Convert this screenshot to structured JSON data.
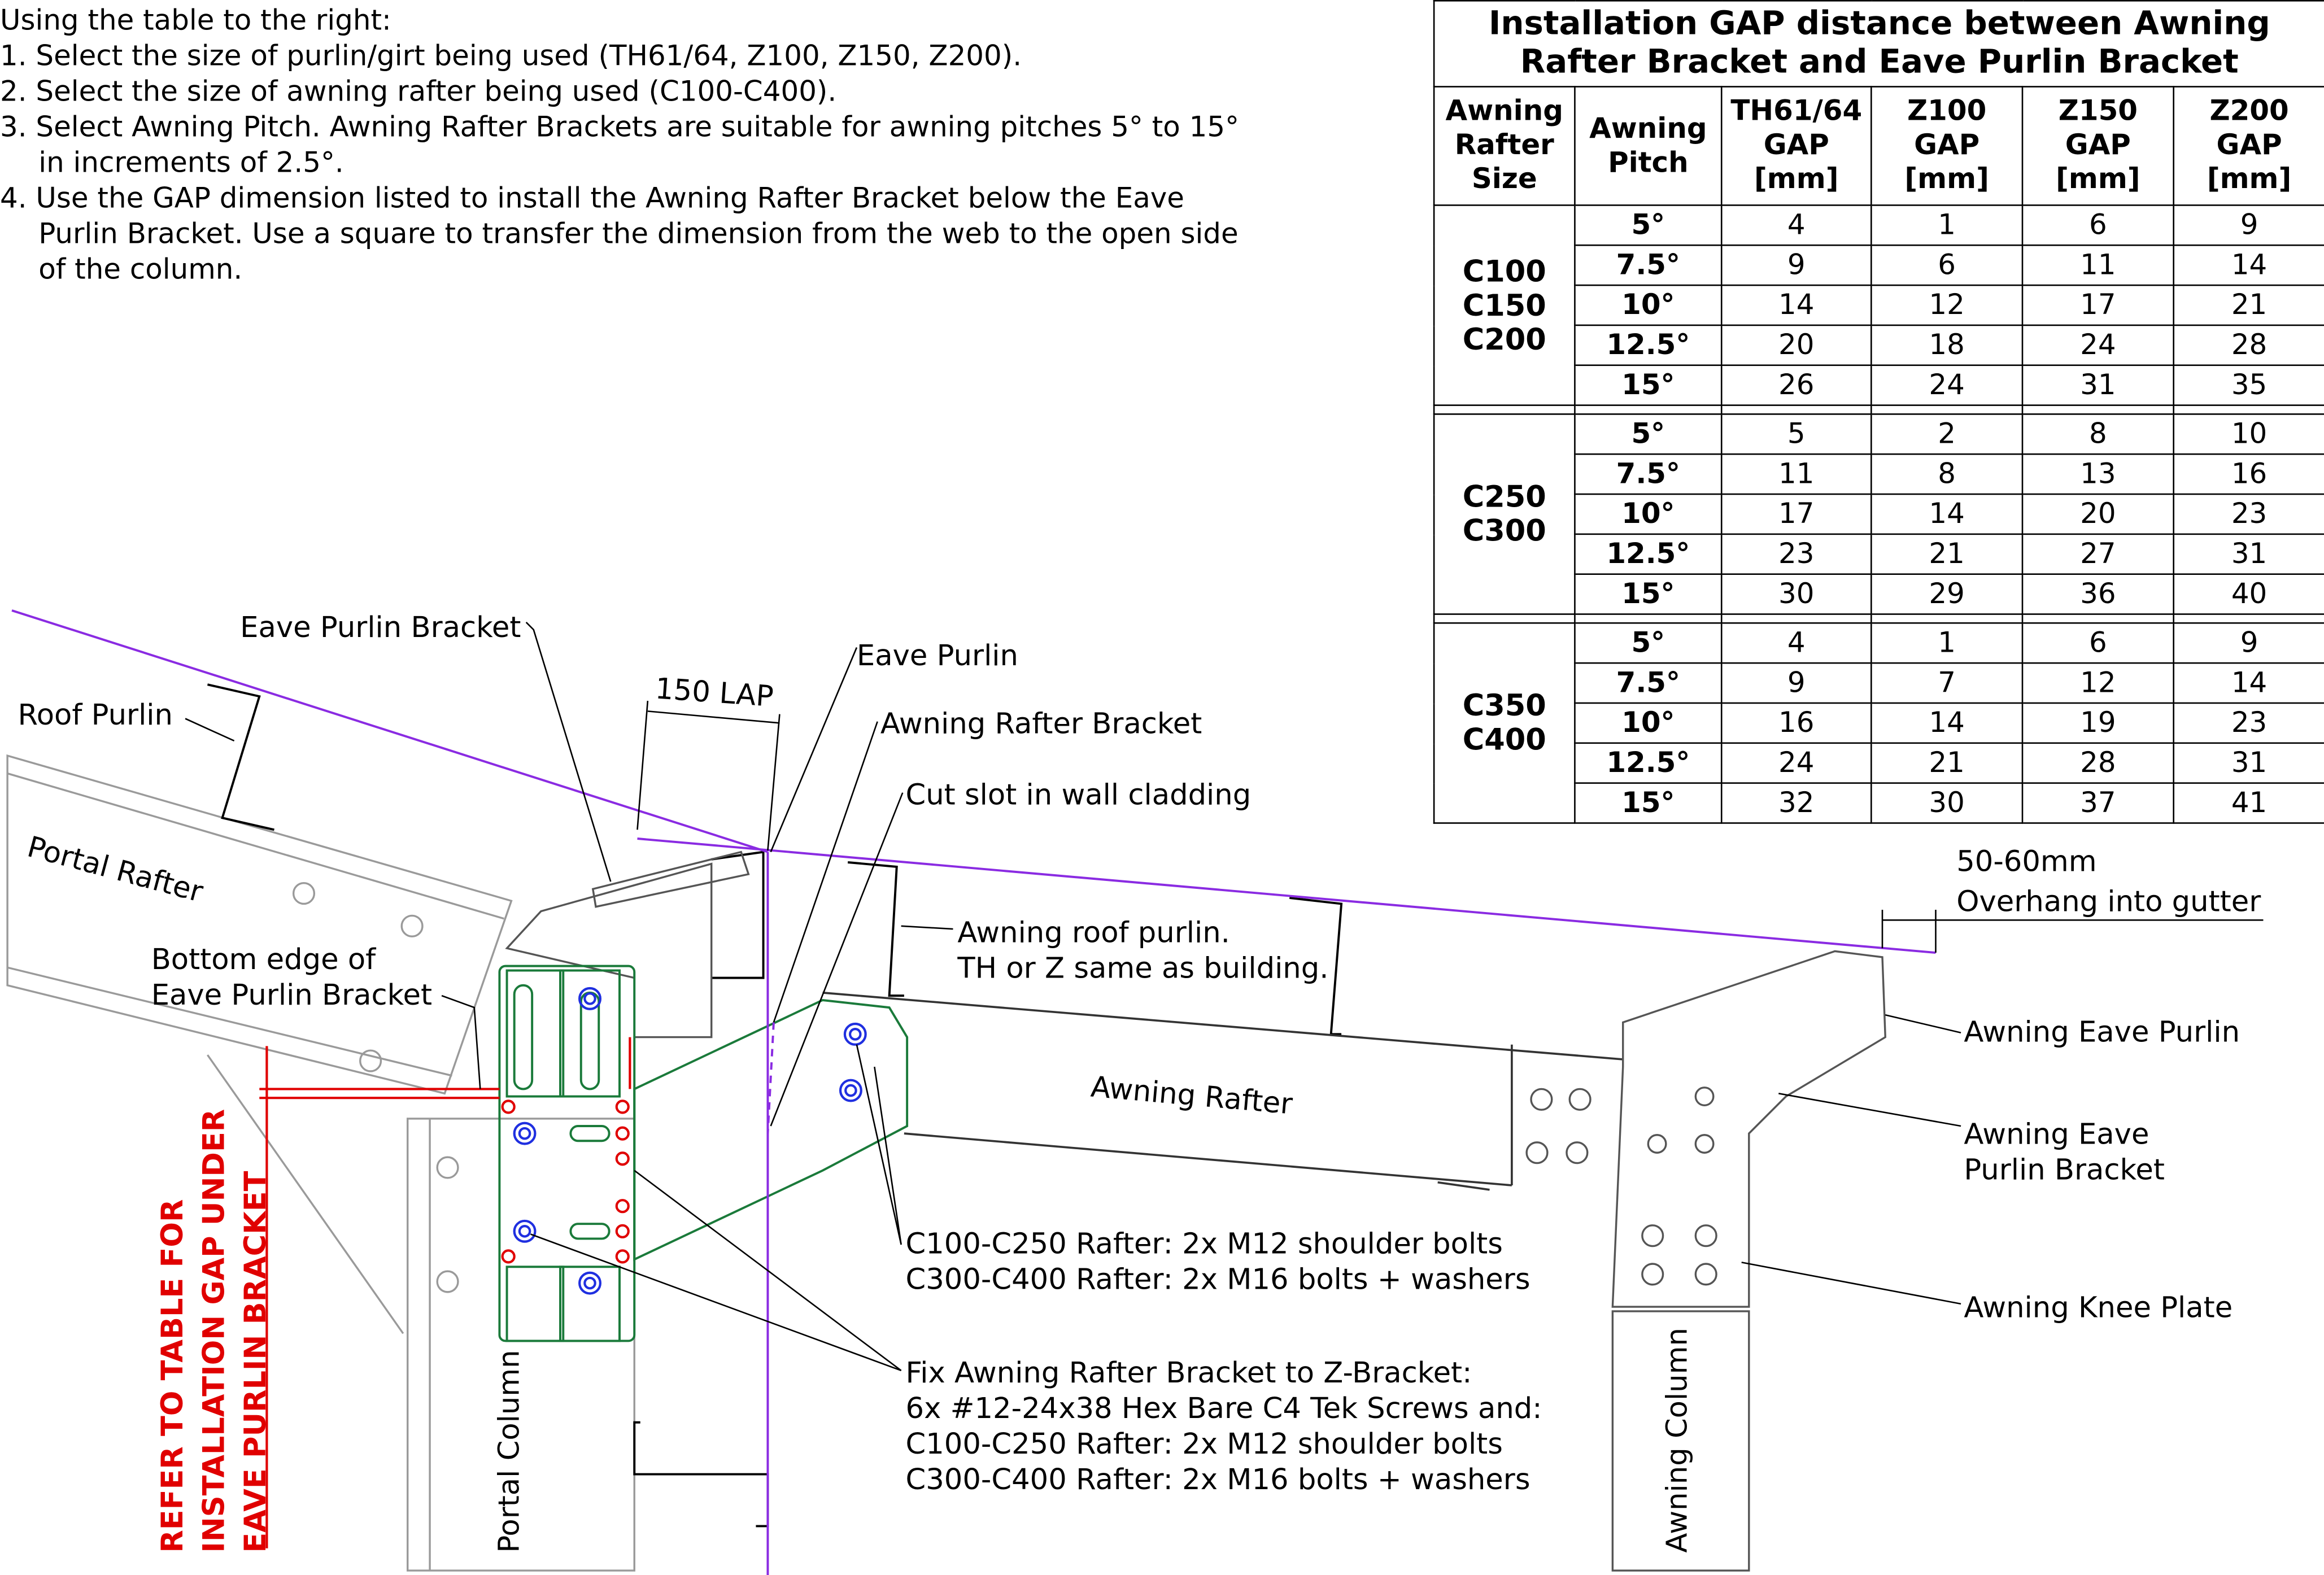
{
  "instructions": [
    "Using the table to the right:",
    "1.  Select the size of purlin/girt being used (TH61/64, Z100, Z150, Z200).",
    "2.  Select the size of awning rafter being used (C100-C400).",
    "3.  Select Awning Pitch. Awning Rafter Brackets are suitable for awning pitches 5° to 15°",
    "in increments of 2.5°.",
    "4.  Use the GAP dimension listed to install the Awning Rafter Bracket below the Eave",
    "Purlin Bracket. Use a square to transfer the dimension from the web to the open side",
    "of the column."
  ],
  "table": {
    "title": "Installation GAP distance between Awning Rafter Bracket and Eave Purlin Bracket",
    "headers": [
      "Awning Rafter Size",
      "Awning Pitch",
      "TH61/64 GAP [mm]",
      "Z100 GAP [mm]",
      "Z150 GAP [mm]",
      "Z200 GAP [mm]"
    ],
    "groups": [
      {
        "sizes": "C100 C150 C200",
        "rows": [
          {
            "pitch": "5°",
            "values": [
              "4",
              "1",
              "6",
              "9"
            ]
          },
          {
            "pitch": "7.5°",
            "values": [
              "9",
              "6",
              "11",
              "14"
            ]
          },
          {
            "pitch": "10°",
            "values": [
              "14",
              "12",
              "17",
              "21"
            ]
          },
          {
            "pitch": "12.5°",
            "values": [
              "20",
              "18",
              "24",
              "28"
            ]
          },
          {
            "pitch": "15°",
            "values": [
              "26",
              "24",
              "31",
              "35"
            ]
          }
        ]
      },
      {
        "sizes": "C250 C300",
        "rows": [
          {
            "pitch": "5°",
            "values": [
              "5",
              "2",
              "8",
              "10"
            ]
          },
          {
            "pitch": "7.5°",
            "values": [
              "11",
              "8",
              "13",
              "16"
            ]
          },
          {
            "pitch": "10°",
            "values": [
              "17",
              "14",
              "20",
              "23"
            ]
          },
          {
            "pitch": "12.5°",
            "values": [
              "23",
              "21",
              "27",
              "31"
            ]
          },
          {
            "pitch": "15°",
            "values": [
              "30",
              "29",
              "36",
              "40"
            ]
          }
        ]
      },
      {
        "sizes": "C350 C400",
        "rows": [
          {
            "pitch": "5°",
            "values": [
              "4",
              "1",
              "6",
              "9"
            ]
          },
          {
            "pitch": "7.5°",
            "values": [
              "9",
              "7",
              "12",
              "14"
            ]
          },
          {
            "pitch": "10°",
            "values": [
              "16",
              "14",
              "19",
              "23"
            ]
          },
          {
            "pitch": "12.5°",
            "values": [
              "24",
              "21",
              "28",
              "31"
            ]
          },
          {
            "pitch": "15°",
            "values": [
              "32",
              "30",
              "37",
              "41"
            ]
          }
        ]
      }
    ]
  },
  "labels": {
    "eave_purlin_bracket": "Eave Purlin Bracket",
    "roof_purlin": "Roof Purlin",
    "portal_rafter": "Portal Rafter",
    "lap": "150 LAP",
    "eave_purlin": "Eave Purlin",
    "awning_rafter_bracket": "Awning Rafter Bracket",
    "cut_slot": "Cut slot in wall cladding",
    "awning_roof_purlin": [
      "Awning roof purlin.",
      "TH or Z same as building."
    ],
    "bottom_edge": [
      "Bottom edge of",
      "Eave Purlin Bracket"
    ],
    "awning_rafter": "Awning Rafter",
    "overhang": [
      "50-60mm",
      "Overhang into gutter"
    ],
    "awning_eave_purlin": "Awning Eave Purlin",
    "awning_eave_purlin_bracket": [
      "Awning Eave",
      "Purlin Bracket"
    ],
    "awning_knee_plate": "Awning Knee Plate",
    "bolts_note": [
      "C100-C250 Rafter: 2x M12 shoulder bolts",
      "C300-C400 Rafter: 2x M16 bolts + washers"
    ],
    "fix_note": [
      "Fix Awning Rafter Bracket to Z-Bracket:",
      "6x #12-24x38 Hex Bare C4 Tek Screws and:",
      "C100-C250 Rafter: 2x M12 shoulder bolts",
      "C300-C400 Rafter: 2x M16 bolts + washers"
    ],
    "portal_column": "Portal Column",
    "awning_column": "Awning Column",
    "refer_note": [
      "REFER TO TABLE FOR",
      "INSTALLATION GAP UNDER",
      "EAVE PURLIN BRACKET"
    ]
  },
  "colors": {
    "roof_line": "#8a2be2",
    "bracket": "#1a7a3a",
    "screw": "#e00000",
    "bolt": "#1f2fe0",
    "member": "#9a9a9a"
  }
}
